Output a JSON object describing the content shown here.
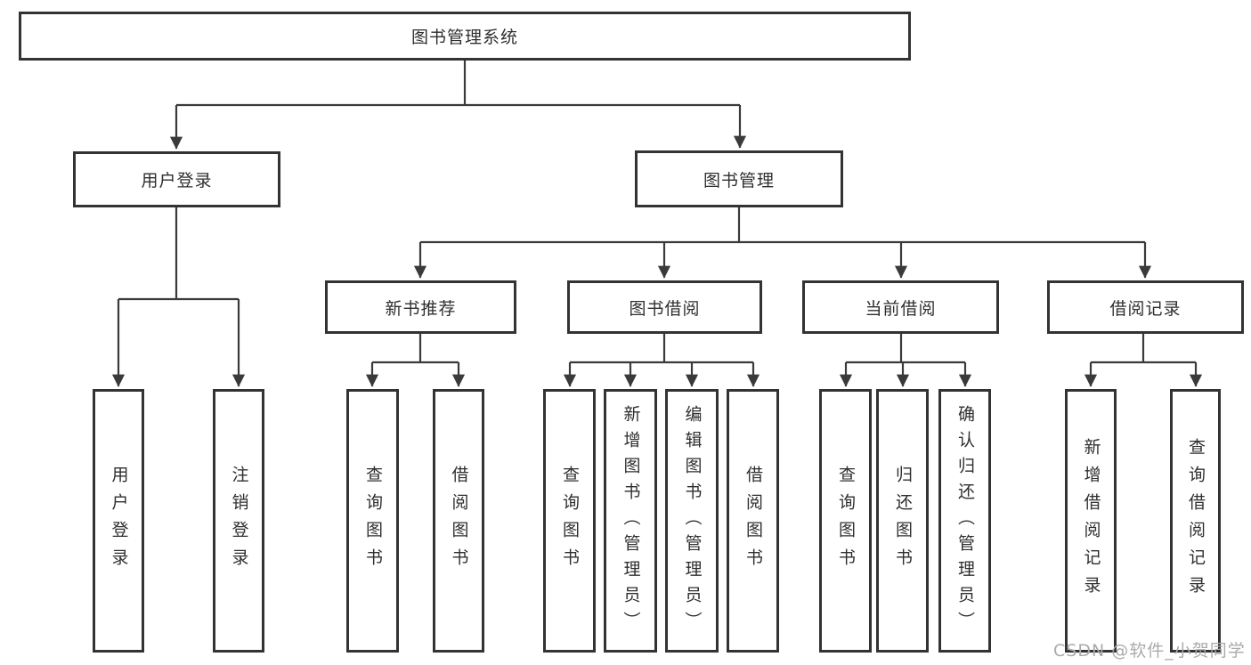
{
  "tree": {
    "root": {
      "label": "图书管理系统"
    },
    "children": [
      {
        "label": "用户登录",
        "children": [
          {
            "label": "用户登录"
          },
          {
            "label": "注销登录"
          }
        ]
      },
      {
        "label": "图书管理",
        "children": [
          {
            "label": "新书推荐",
            "children": [
              {
                "label": "查询图书"
              },
              {
                "label": "借阅图书"
              }
            ]
          },
          {
            "label": "图书借阅",
            "children": [
              {
                "label": "查询图书"
              },
              {
                "label": "新增图书（管理员）"
              },
              {
                "label": "编辑图书（管理员）"
              },
              {
                "label": "借阅图书"
              }
            ]
          },
          {
            "label": "当前借阅",
            "children": [
              {
                "label": "查询图书"
              },
              {
                "label": "归还图书"
              },
              {
                "label": "确认归还（管理员）"
              }
            ]
          },
          {
            "label": "借阅记录",
            "children": [
              {
                "label": "新增借阅记录"
              },
              {
                "label": "查询借阅记录"
              }
            ]
          }
        ]
      }
    ]
  },
  "watermark": {
    "text": "CSDN @软件_小贺同学"
  },
  "colors": {
    "line": "#3a3a3a",
    "box_border": "#333333",
    "text": "#2f2f2f",
    "watermark": "#ababab",
    "background": "#ffffff"
  }
}
